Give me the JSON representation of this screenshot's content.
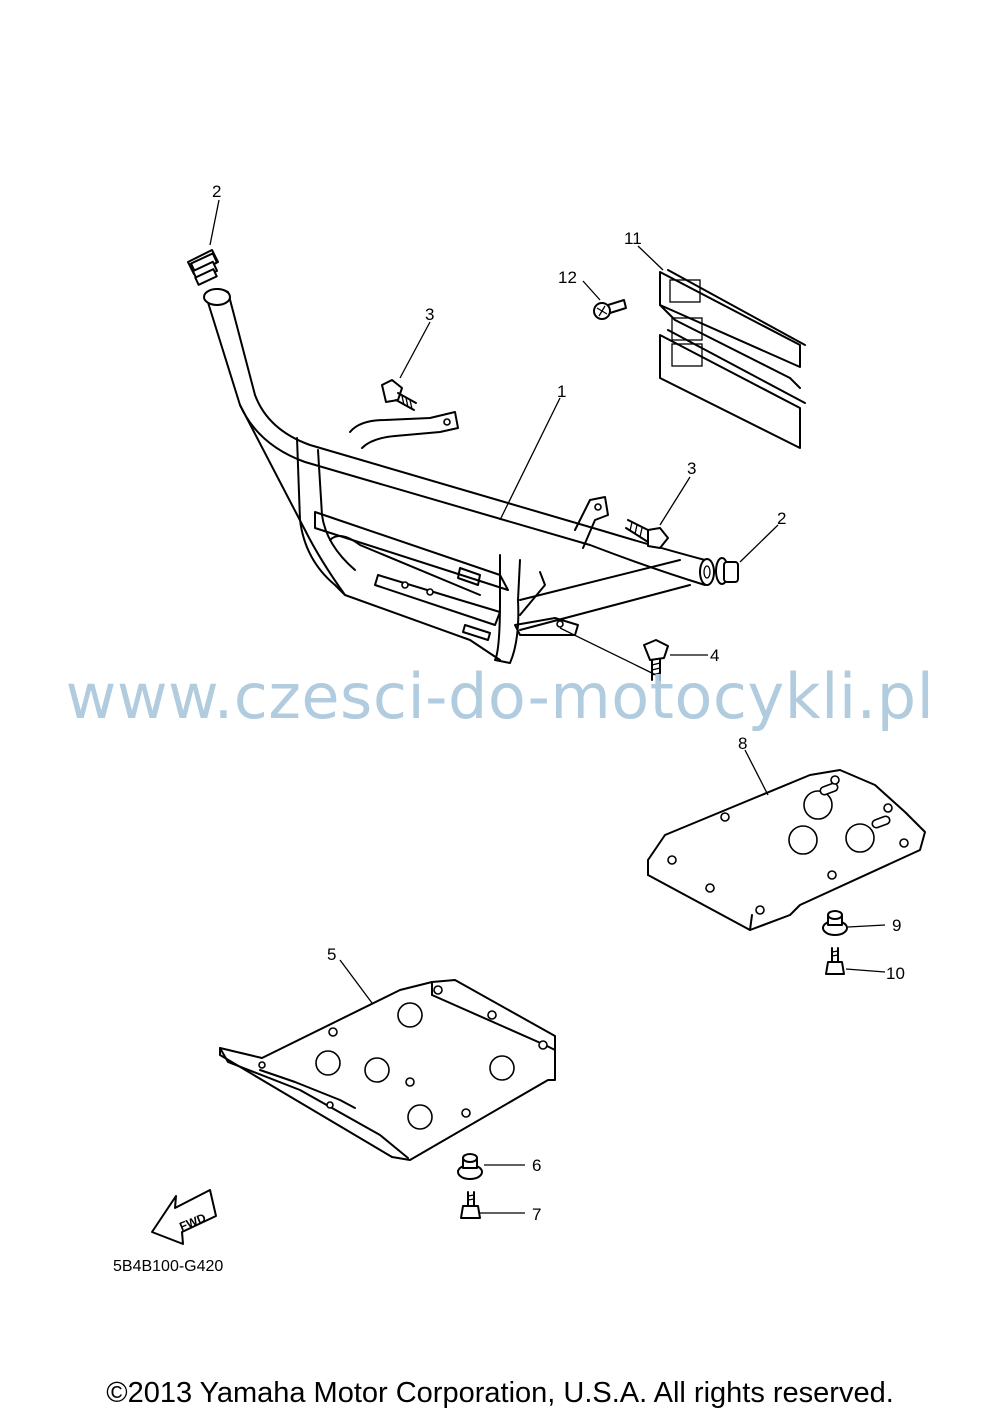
{
  "diagram": {
    "code": "5B4B100-G420",
    "fwd_label": "FWD",
    "callouts": [
      "1",
      "2",
      "2",
      "3",
      "3",
      "4",
      "5",
      "6",
      "7",
      "8",
      "9",
      "10",
      "11",
      "12"
    ]
  },
  "watermark": "www.czesci-do-motocykli.pl",
  "copyright": "©2013 Yamaha Motor Corporation, U.S.A. All rights reserved.",
  "colors": {
    "line": "#000000",
    "watermark": "#a9c6dc",
    "background": "#ffffff"
  }
}
